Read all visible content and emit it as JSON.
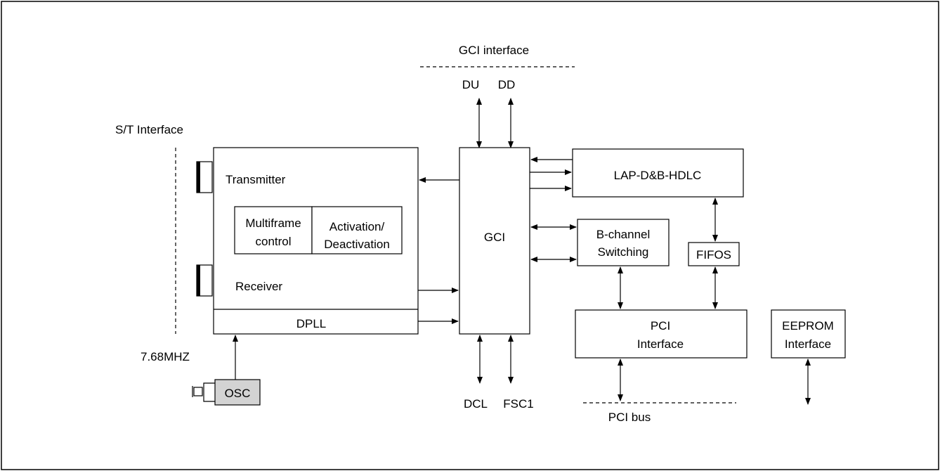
{
  "labels": {
    "gci_interface": "GCI interface",
    "du": "DU",
    "dd": "DD",
    "st_interface": "S/T Interface",
    "transmitter": "Transmitter",
    "multiframe_1": "Multiframe",
    "multiframe_2": "control",
    "activation_1": "Activation/",
    "activation_2": "Deactivation",
    "receiver": "Receiver",
    "dpll": "DPLL",
    "gci": "GCI",
    "lapd": "LAP-D&B-HDLC",
    "bch_1": "B-channel",
    "bch_2": "Switching",
    "fifos": "FIFOS",
    "pci_1": "PCI",
    "pci_2": "Interface",
    "eeprom_1": "EEPROM",
    "eeprom_2": "Interface",
    "freq": "7.68MHZ",
    "osc": "OSC",
    "dcl": "DCL",
    "fsc1": "FSC1",
    "pci_bus": "PCI bus"
  },
  "colors": {
    "line": "#000000",
    "osc_fill": "#d3d3d3",
    "background": "#ffffff"
  }
}
